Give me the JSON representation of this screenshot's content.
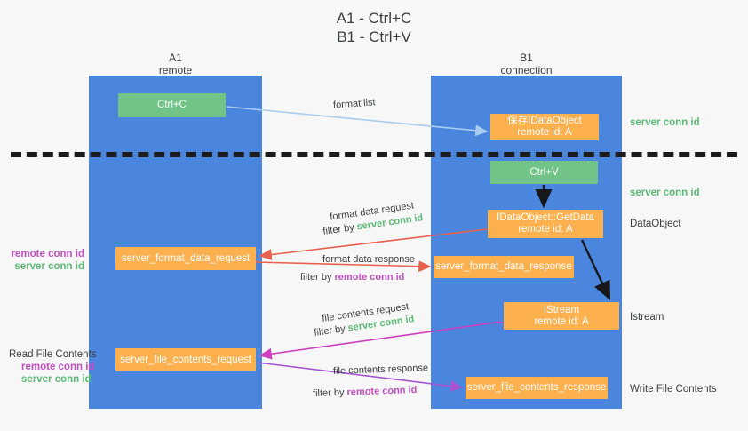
{
  "title": "A1 - Ctrl+C\nB1 - Ctrl+V",
  "lanes": {
    "left": {
      "header": "A1\nremote"
    },
    "right": {
      "header": "B1\nconnection"
    }
  },
  "boxes": {
    "ctrl_c": "Ctrl+C",
    "idataobject": "保存IDataObject\nremote id: A",
    "ctrl_v": "Ctrl+V",
    "getdata": "IDataObject::GetData\nremote id: A",
    "server_format_data_request": "server_format_data_request",
    "server_format_data_response": "server_format_data_response",
    "istream": "IStream\nremote id: A",
    "server_file_contents_request": "server_file_contents_request",
    "server_file_contents_response": "server_file_contents_response"
  },
  "side_notes": {
    "server_conn_id_top": "server conn id",
    "server_conn_id_mid": "server conn id",
    "dataobject": "DataObject",
    "istream": "Istream",
    "write_file_contents": "Write File Contents"
  },
  "left_notes": {
    "remote_conn_id": "remote conn id",
    "server_conn_id": "server conn id",
    "read_file_contents": "Read File Contents"
  },
  "captions": {
    "format_list": "format list",
    "format_data_request": "format data request",
    "filter_by": "filter by",
    "server_conn_id": "server conn id",
    "remote_conn_id": "remote conn id",
    "format_data_response": "format data response",
    "file_contents_request": "file contents request",
    "file_contents_response": "file contents response"
  },
  "colors": {
    "lane": "#4a86de",
    "green_box": "#72c387",
    "orange_box": "#fcb04e",
    "server_conn_id": "#5ab974",
    "remote_conn_id": "#c24fc2",
    "arrow_blue": "#a8cdf0",
    "arrow_red": "#e8614d",
    "arrow_magenta": "#cc3fbf",
    "arrow_purple": "#a455cf",
    "arrow_dark": "#16181c"
  }
}
